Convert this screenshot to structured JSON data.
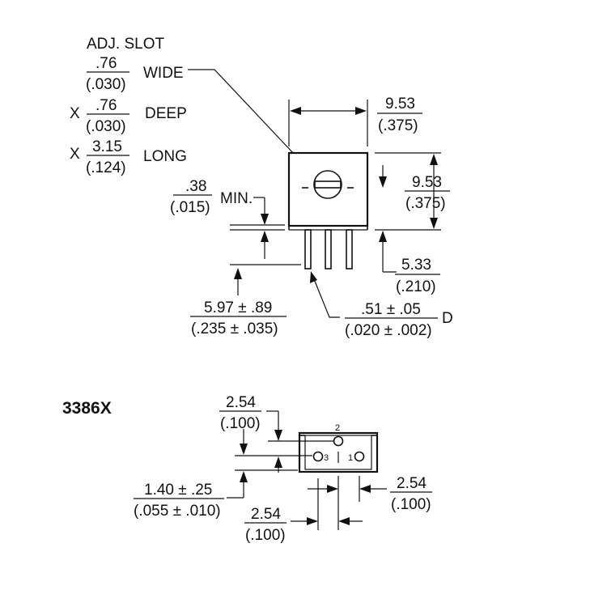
{
  "adj_slot": {
    "title": "ADJ. SLOT",
    "rows": [
      {
        "prefix": "",
        "mm": ".76",
        "inch": "(.030)",
        "word": "WIDE"
      },
      {
        "prefix": "X",
        "mm": ".76",
        "inch": "(.030)",
        "word": "DEEP"
      },
      {
        "prefix": "X",
        "mm": "3.15",
        "inch": "(.124)",
        "word": "LONG"
      }
    ]
  },
  "side_view": {
    "width_mm": "9.53",
    "width_in": "(.375)",
    "height_mm": "9.53",
    "height_in": "(.375)",
    "standoff_mm": ".38",
    "standoff_in": "(.015)",
    "standoff_label": "MIN.",
    "pin_offset_mm": "5.33",
    "pin_offset_in": "(.210)",
    "pin_len_mm": "5.97 ± .89",
    "pin_len_in": "(.235 ± .035)",
    "pin_dia_mm": ".51 ± .05",
    "pin_dia_in": "(.020 ± .002)",
    "pin_dia_suffix": "D"
  },
  "bottom_view": {
    "model": "3386X",
    "pin2_label": "2",
    "pin3_label": "3",
    "pin1_label": "1",
    "top_dim_mm": "2.54",
    "top_dim_in": "(.100)",
    "left_dim_mm": "1.40 ± .25",
    "left_dim_in": "(.055 ± .010)",
    "right_dim_mm": "2.54",
    "right_dim_in": "(.100)",
    "bottom_dim_mm": "2.54",
    "bottom_dim_in": "(.100)"
  }
}
